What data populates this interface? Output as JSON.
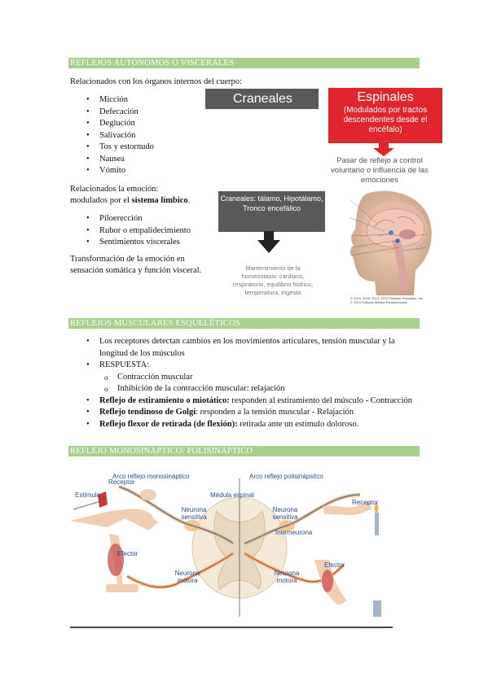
{
  "section1": {
    "header": "REFLEJOS AUTÓNOMOS O VISCERALES",
    "intro": "Relacionados con los órganos internos del cuerpo:",
    "items": [
      "Micción",
      "Defecación",
      "Deglución",
      "Salivación",
      "Tos y estornudo",
      "Nausea",
      "Vómito"
    ],
    "emotion_line1": "Relacionados la emoción:",
    "emotion_line2_pre": "modulados por el ",
    "emotion_line2_bold": "sistema límbico",
    "emotion_line2_post": ".",
    "emotion_items": [
      "Piloerección",
      "Rubor o empalidecimiento",
      "Sentimientos viscerales"
    ],
    "transform_line1": "Transformación de la emoción en",
    "transform_line2": "sensación somática y función visceral."
  },
  "diagram1": {
    "craneales": "Craneales",
    "espinales_title": "Espinales",
    "espinales_sub": "(Modulados por tractos descendentes desde el encéfalo)",
    "pasar": "Pasar de reflejo a control voluntario o influencia de las emociones",
    "craneales_box": "Craneales: tálamo, Hipotálamo, Tronco encefálico",
    "mantenimiento": "Mantenimiento de la homeostasis: cardiaco, respiratorio, equilibrio hídrico, temperatura, ingesta",
    "copyright1": "© 2019, 2016, 2013, 2012 Pearson Education, Inc.",
    "copyright2": "© 2019 Editorial Médica Panamericana"
  },
  "section2": {
    "header": "REFLEJOS MUSCULARES ESQUELÉTICOS",
    "b1": "Los receptores detectan cambios en los movimientos articulares, tensión muscular y la longitud de los músculos",
    "b2": "RESPUESTA:",
    "sub1": "Contracción muscular",
    "sub2": "Inhibición de la contracción muscular: relajación",
    "b3_bold": "Reflejo de estiramiento o miotático:",
    "b3_rest": " responden al estiramiento del músculo - Contracción",
    "b4_bold": "Reflejo tendinoso de Golgi",
    "b4_rest": ": responden a la tensión muscular - Relajación",
    "b5_bold": "Reflejo flexor de retirada (de flexión):",
    "b5_rest": " retirada ante un estímulo doloroso."
  },
  "section3": {
    "header": "REFLEJO MONOSINÁPTICO/ POLISINÁPTICO"
  },
  "diagram2": {
    "arco_mono": "Arco reflejo monosináptico",
    "arco_poli": "Arco reflejo polisinápsitco",
    "receptor_left": "Receptor",
    "estimulo": "Estímulo",
    "medula": "Médula espinal",
    "neurona_sens_left": "Neurona sensitiva",
    "neurona_sens_right": "Neurona sensitiva",
    "interneurona": "Interneurona",
    "receptor_right": "Receptor",
    "efector_left": "Efector",
    "efector_right": "Efector",
    "neurona_mot_left": "Neurona motora",
    "neurona_mot_right": "Neurona motora"
  }
}
